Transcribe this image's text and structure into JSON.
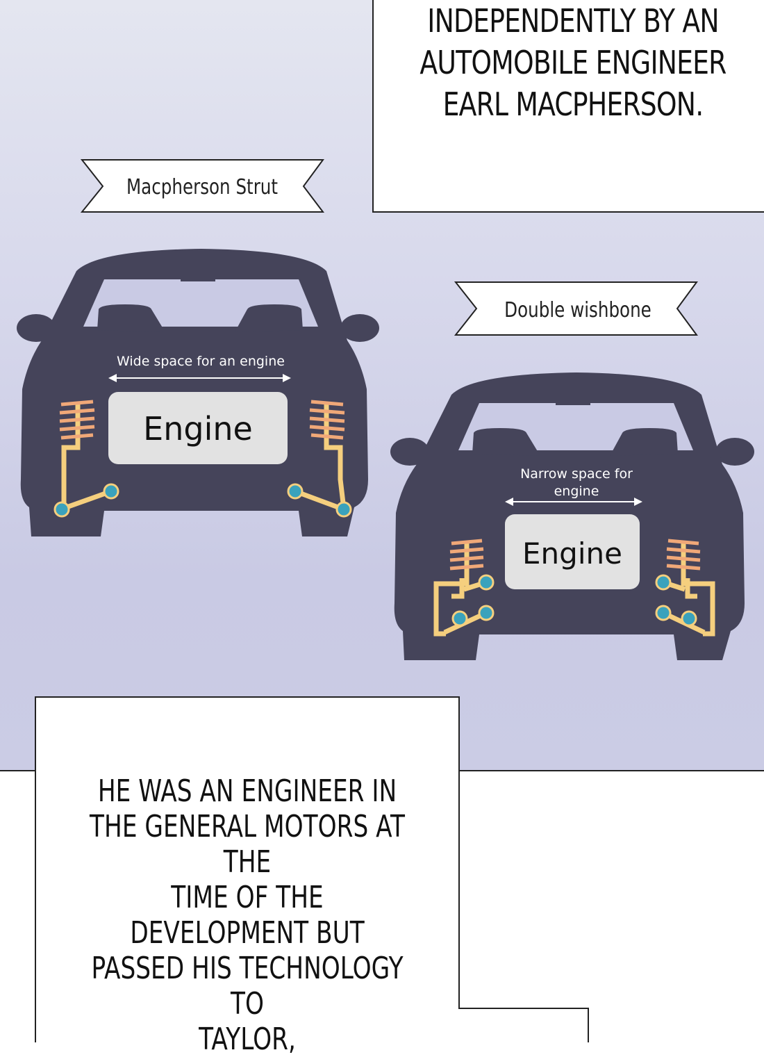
{
  "narration_top": {
    "lines": [
      "INDEPENDENTLY BY AN",
      "AUTOMOBILE ENGINEER",
      "EARL MACPHERSON."
    ]
  },
  "diagram_left": {
    "banner": "Macpherson Strut",
    "space_label": "Wide space for an engine",
    "engine_label": "Engine"
  },
  "diagram_right": {
    "banner": "Double wishbone",
    "space_label_line1": "Narrow space for",
    "space_label_line2": "engine",
    "engine_label": "Engine"
  },
  "narration_bottom": {
    "lines": [
      "HE WAS AN ENGINEER IN",
      "THE GENERAL MOTORS AT THE",
      "TIME OF THE DEVELOPMENT BUT",
      "PASSED HIS TECHNOLOGY TO",
      "TAYLOR,"
    ]
  },
  "colors": {
    "car_body": "#45445a",
    "engine_box": "#e2e2e2",
    "spring": "#f0a878",
    "arm": "#f5cf7e",
    "joint": "#3aa2bc"
  }
}
